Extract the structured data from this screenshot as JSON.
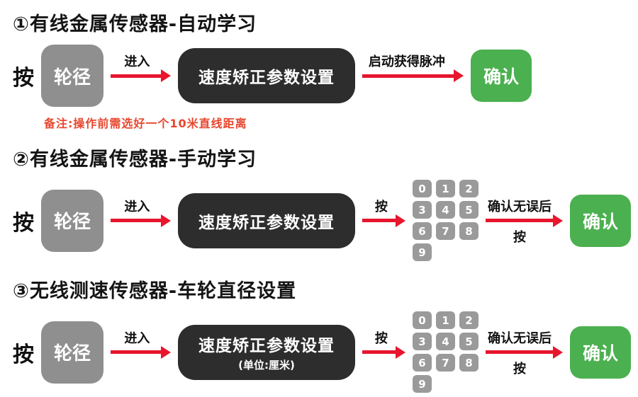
{
  "palette": {
    "arrow_red": "#e8152d",
    "note_red": "#e8472e",
    "button_gray": "#8f8f8f",
    "keypad_gray": "#9a9a9a",
    "panel_dark": "#2d2d2d",
    "confirm_green": "#4bb04f"
  },
  "keypad": {
    "digits": [
      "0",
      "1",
      "2",
      "3",
      "4",
      "5",
      "6",
      "7",
      "8",
      "9"
    ]
  },
  "sections": [
    {
      "title": "①有线金属传感器-自动学习",
      "press": "按",
      "wheel_button": "轮径",
      "enter_arrow": "进入",
      "panel": "速度矫正参数设置",
      "pulse_arrow": "启动获得脉冲",
      "confirm": "确认",
      "note": "备注:操作前需选好一个10米直线距离"
    },
    {
      "title": "②有线金属传感器-手动学习",
      "press": "按",
      "wheel_button": "轮径",
      "enter_arrow": "进入",
      "panel": "速度矫正参数设置",
      "press_arrow": "按",
      "confirm_arrow_top": "确认无误后",
      "confirm_arrow_bottom": "按",
      "confirm": "确认"
    },
    {
      "title": "③无线测速传感器-车轮直径设置",
      "press": "按",
      "wheel_button": "轮径",
      "enter_arrow": "进入",
      "panel": "速度矫正参数设置",
      "panel_sub": "(单位:厘米)",
      "press_arrow": "按",
      "confirm_arrow_top": "确认无误后",
      "confirm_arrow_bottom": "按",
      "confirm": "确认"
    }
  ]
}
